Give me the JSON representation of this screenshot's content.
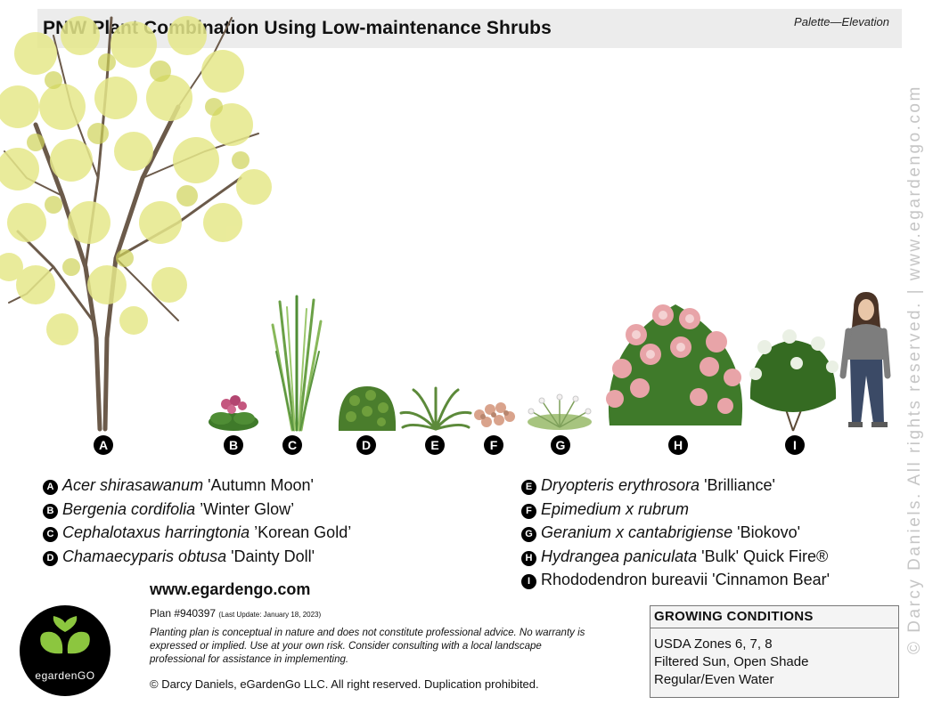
{
  "header": {
    "title": "PNW Plant Combination Using Low-maintenance Shrubs",
    "view": "Palette—Elevation"
  },
  "watermark": "© Darcy Daniels. All rights reserved.  |  www.egardengo.com",
  "markers": [
    "A",
    "B",
    "C",
    "D",
    "E",
    "F",
    "G",
    "H",
    "I"
  ],
  "plants_left": [
    {
      "letter": "A",
      "genus": "Acer shirasawanum",
      "cultivar": " 'Autumn Moon'"
    },
    {
      "letter": "B",
      "genus": "Bergenia cordifolia",
      "cultivar": " ’Winter Glow’"
    },
    {
      "letter": "C",
      "genus": "Cephalotaxus harringtonia",
      "cultivar": " ’Korean Gold’"
    },
    {
      "letter": "D",
      "genus": "Chamaecyparis obtusa",
      "cultivar": " 'Dainty Doll'"
    }
  ],
  "plants_right": [
    {
      "letter": "E",
      "genus": "Dryopteris erythrosora",
      "cultivar": " 'Brilliance'"
    },
    {
      "letter": "F",
      "genus": "Epimedium x rubrum",
      "cultivar": ""
    },
    {
      "letter": "G",
      "genus": "Geranium x cantabrigiense",
      "cultivar": " 'Biokovo'"
    },
    {
      "letter": "H",
      "genus": "Hydrangea paniculata",
      "cultivar": " 'Bulk' Quick Fire®"
    },
    {
      "letter": "I",
      "genus": "",
      "cultivar": "Rhododendron bureavii 'Cinnamon Bear'"
    }
  ],
  "footer": {
    "website": "www.egardengo.com",
    "plan_number": "Plan #940397",
    "last_update": "(Last Update: January 18, 2023)",
    "disclaimer": "Planting plan is conceptual in nature and does not constitute professional advice. No warranty is expressed or implied. Use at your own risk. Consider consulting with a local landscape professional for assistance in implementing.",
    "copyright": "© Darcy Daniels, eGardenGo LLC. All right reserved. Duplication prohibited.",
    "logo_text": "egardenGO"
  },
  "growing_conditions": {
    "heading": "GROWING CONDITIONS",
    "lines": [
      "USDA Zones 6, 7, 8",
      "Filtered Sun, Open Shade",
      "Regular/Even Water"
    ]
  },
  "colors": {
    "maple_leaf": "#e6e88a",
    "hydrangea_pink": "#e8a4a8",
    "foliage_green": "#3f7a2a",
    "logo_green": "#8cc63f"
  }
}
